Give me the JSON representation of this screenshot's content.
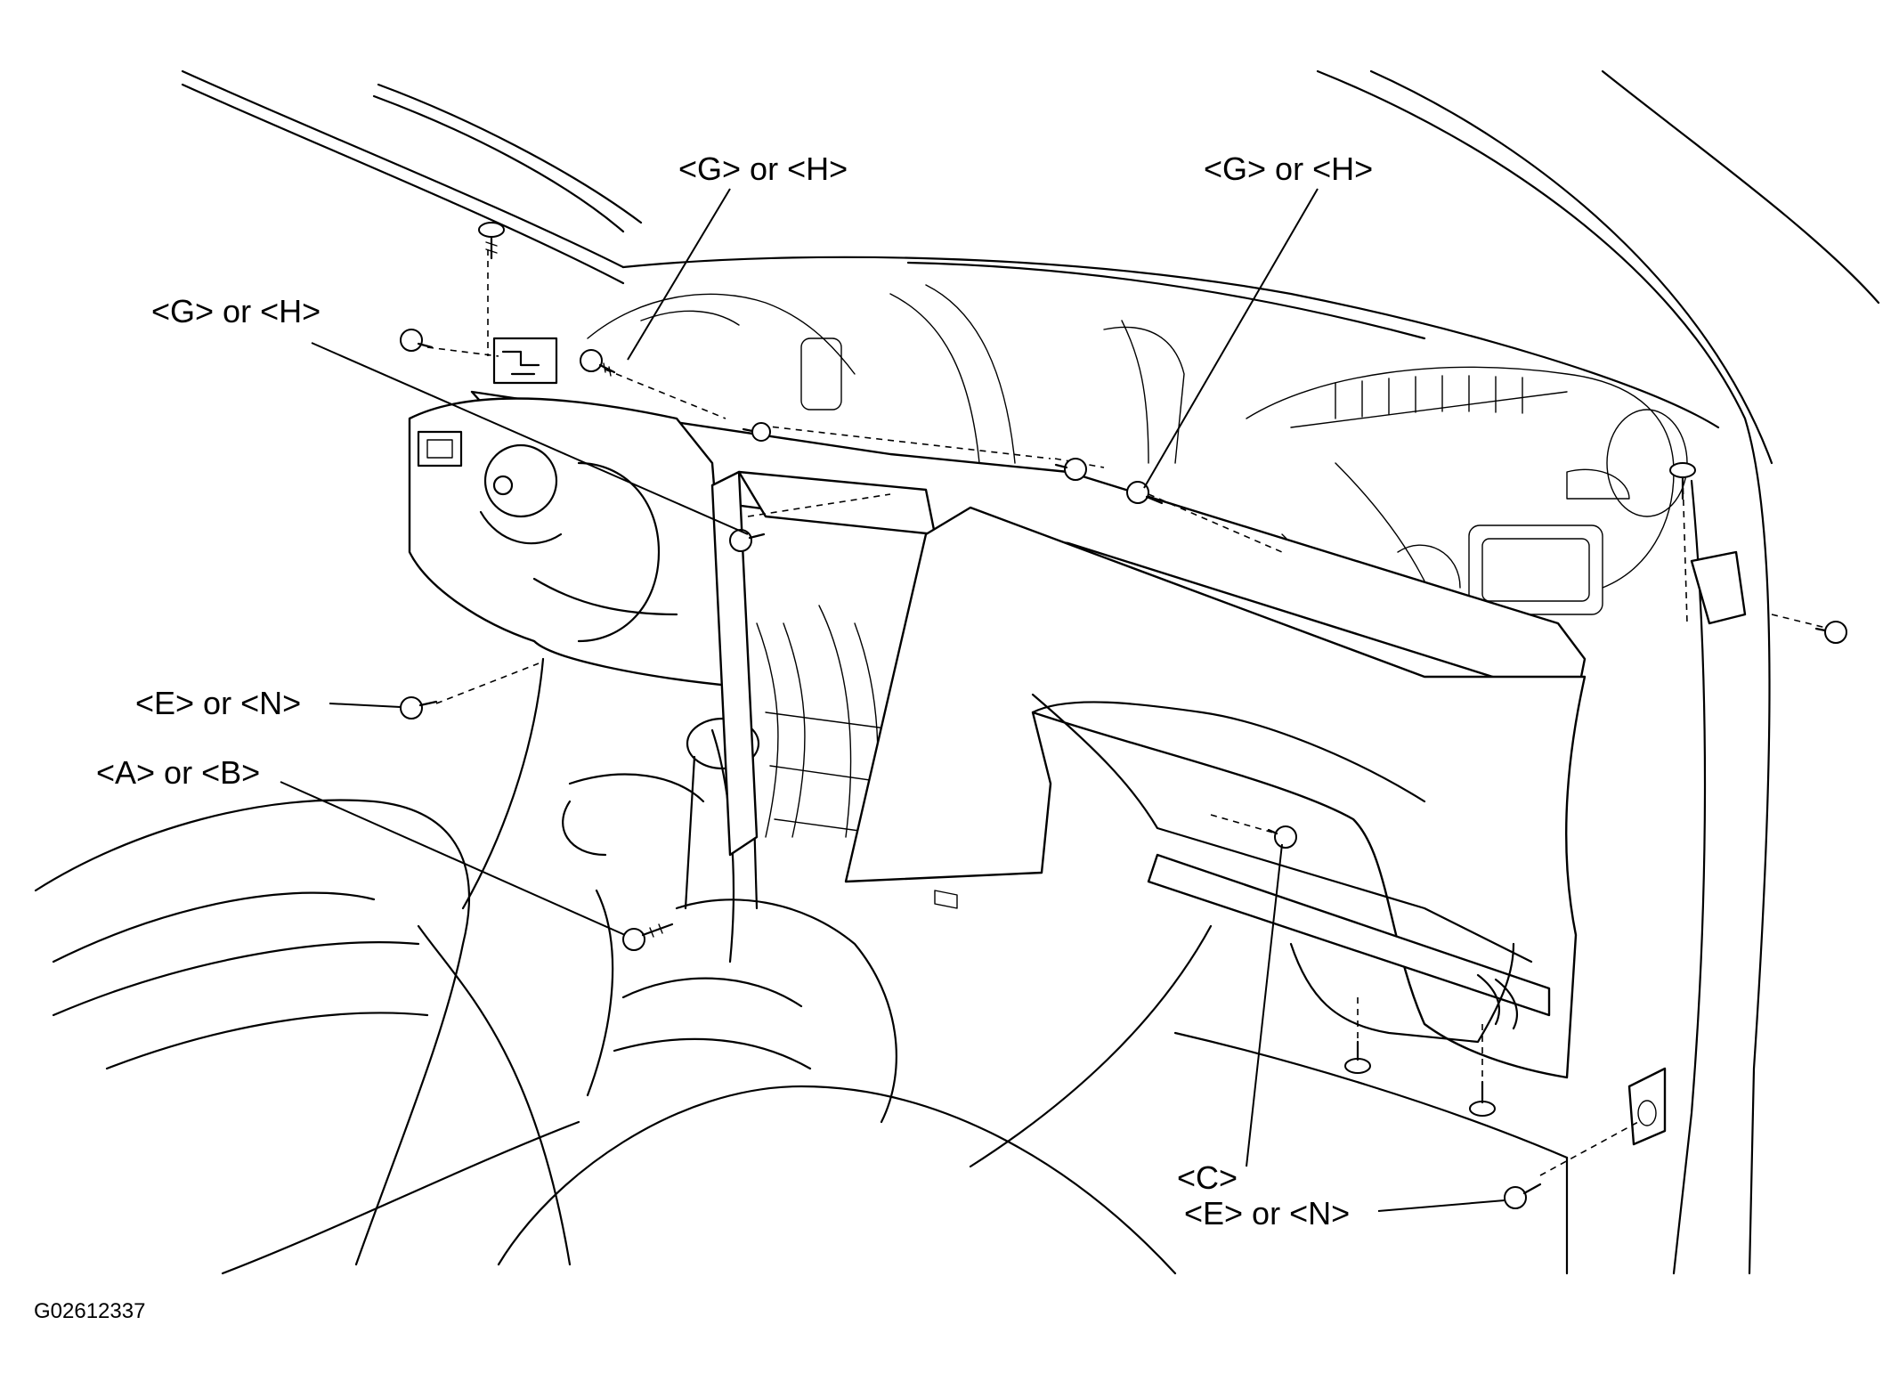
{
  "labels": {
    "g_or_h_top_center": "<G> or <H>",
    "g_or_h_top_right": "<G> or <H>",
    "g_or_h_left": "<G> or <H>",
    "e_or_n_left": "<E> or <N>",
    "a_or_b": "<A> or <B>",
    "c": "<C>",
    "e_or_n_right": "<E> or <N>"
  },
  "figure_code": "G02612337",
  "icons": [
    "screw-fastener",
    "clip-fastener",
    "bolt-fastener"
  ]
}
